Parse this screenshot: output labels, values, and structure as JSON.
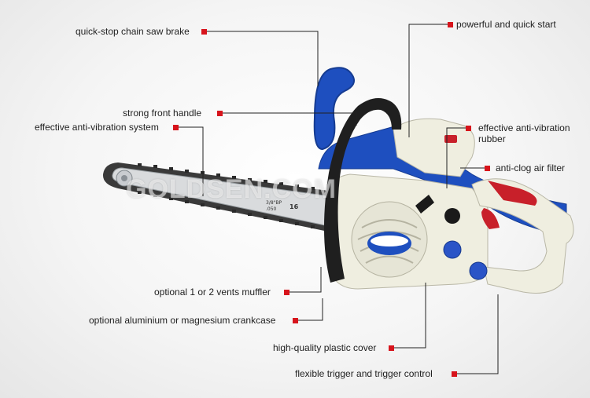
{
  "labels": {
    "brake": "quick-stop chain saw brake",
    "start": "powerful and quick start",
    "handle": "strong front handle",
    "antivib_system": "effective anti-vibration system",
    "antivib_rubber_1": "effective anti-vibration",
    "antivib_rubber_2": "rubber",
    "air_filter": "anti-clog air filter",
    "muffler": "optional 1 or 2 vents muffler",
    "crankcase": "optional aluminium or magnesium crankcase",
    "cover": "high-quality plastic cover",
    "trigger": "flexible trigger and trigger control"
  },
  "watermark": "GOLDSEN.COM",
  "bar_text": {
    "line1": "3/8\"BP",
    "line2": ".050",
    "size": "16"
  },
  "colors": {
    "marker": "#d7141c",
    "brand_blue": "#1e4fbf",
    "body_cream": "#efeee0",
    "trigger_red": "#c8202a",
    "leader": "#222222"
  }
}
